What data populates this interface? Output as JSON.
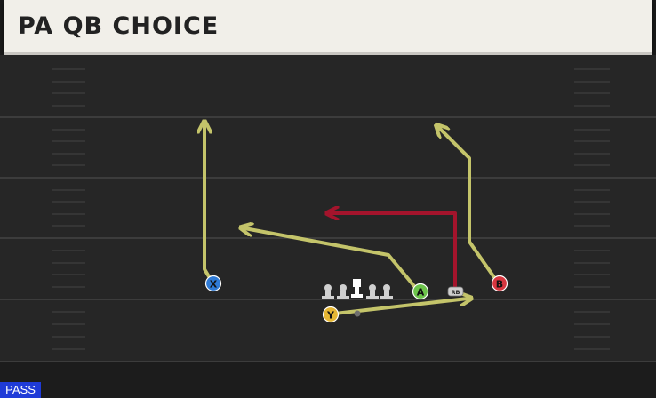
{
  "header": {
    "play_title": "PA QB CHOICE"
  },
  "badge": {
    "mode_label": "PASS"
  },
  "colors": {
    "field": "#262626",
    "yard_line": "#3c3c3c",
    "route": "#c4c46a",
    "block_route": "#a4142c",
    "receiver_x": "#2f7bd6",
    "receiver_a": "#6cc34b",
    "receiver_b": "#d7363f",
    "receiver_y": "#e5b634",
    "lineman": "#d0d0d0",
    "badge_bg": "#1f3bd8"
  },
  "players": {
    "x": {
      "label": "X"
    },
    "a": {
      "label": "A"
    },
    "b": {
      "label": "B"
    },
    "y": {
      "label": "Y"
    },
    "rb": {
      "label": "RB"
    }
  }
}
